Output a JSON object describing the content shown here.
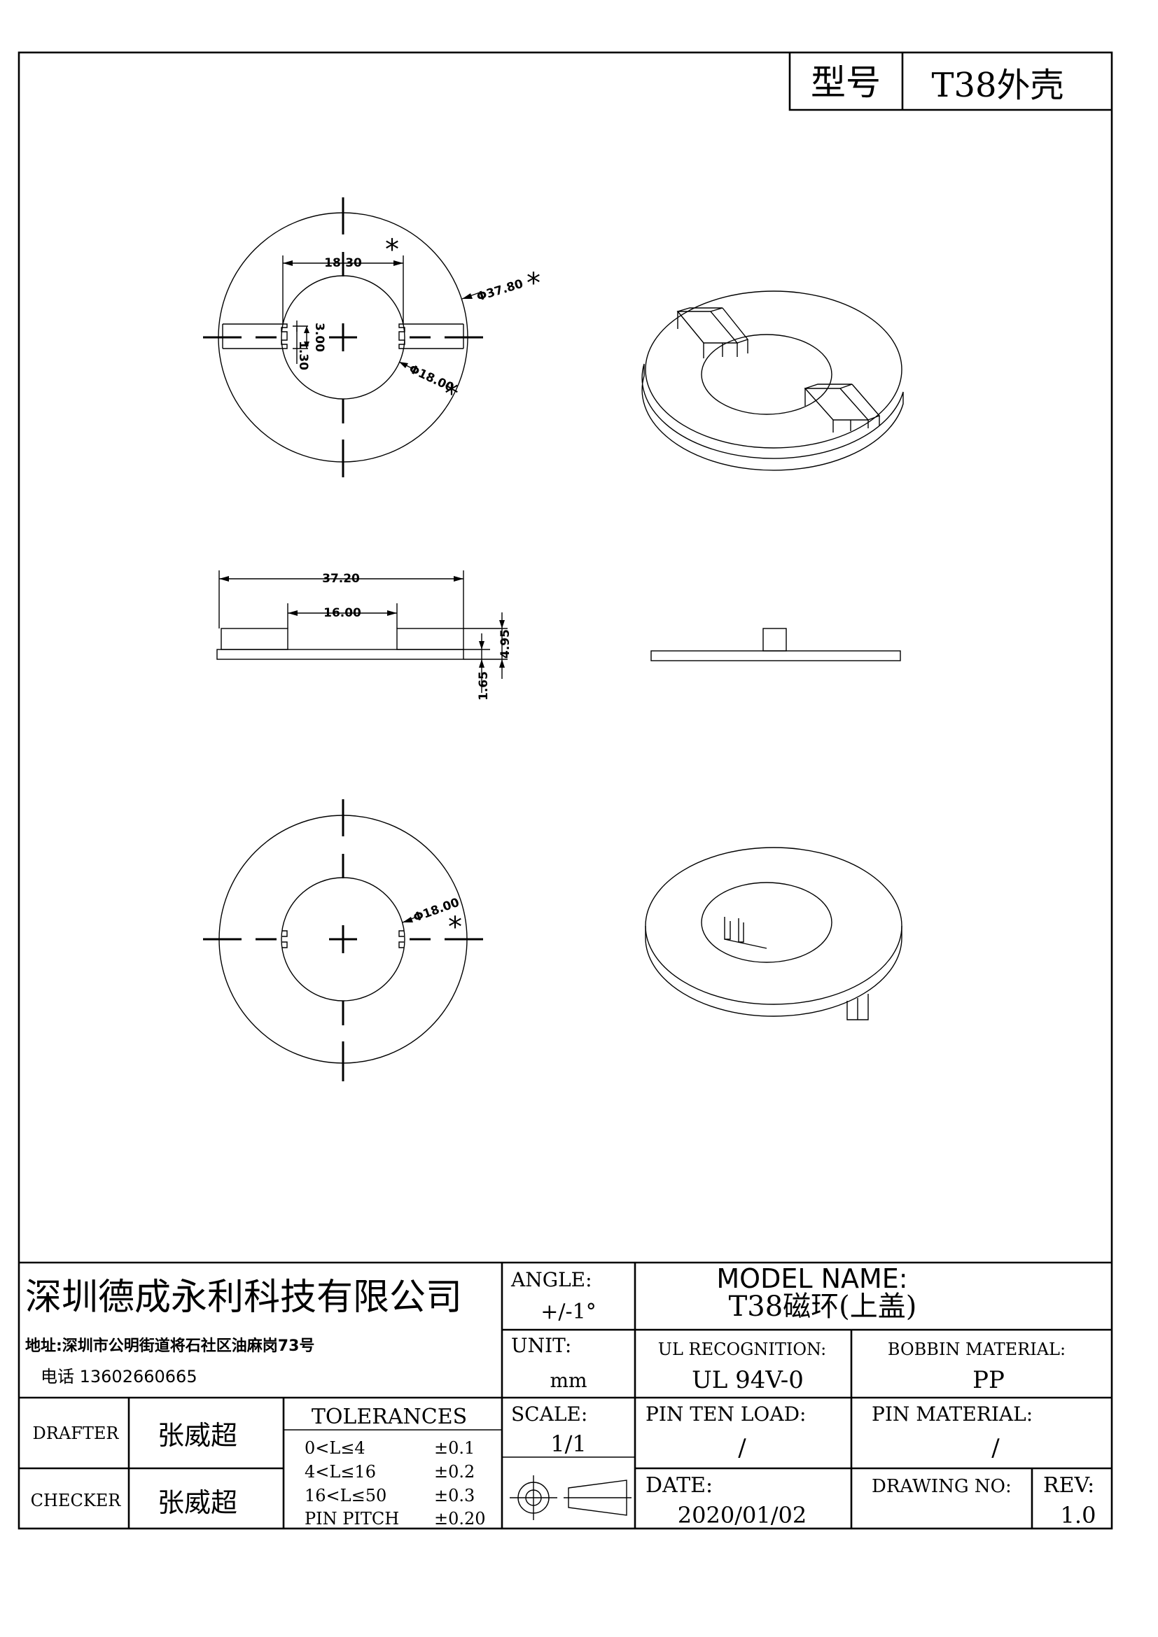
{
  "header": {
    "model_label": "型号",
    "model_value": "T38外壳"
  },
  "dimensions": {
    "top_view": {
      "inner_width": "18.30",
      "outer_diameter": "Φ37.80",
      "inner_diameter": "Φ18.00",
      "slot_width": "3.00",
      "slot_depth": "1.30"
    },
    "side_view": {
      "overall_length": "37.20",
      "inner_gap": "16.00",
      "tab_height": "4.95",
      "plate_thickness": "1.65"
    },
    "bottom_view": {
      "inner_diameter": "Φ18.00"
    },
    "critical_mark": "*"
  },
  "title_block": {
    "company": "深圳德成永利科技有限公司",
    "address": "地址:深圳市公明街道将石社区油麻岗73号",
    "phone": "电话 13602660665",
    "angle_label": "ANGLE:",
    "angle_value": "+/-1°",
    "model_name_label": "MODEL NAME:",
    "model_name_value": "T38磁环(上盖)",
    "unit_label": "UNIT:",
    "unit_value": "mm",
    "ul_label": "UL RECOGNITION:",
    "ul_value": "UL 94V-0",
    "bobbin_label": "BOBBIN MATERIAL:",
    "bobbin_value": "PP",
    "drafter_label": "DRAFTER",
    "drafter_name": "张威超",
    "checker_label": "CHECKER",
    "checker_name": "张威超",
    "tolerances_label": "TOLERANCES",
    "tolerances": [
      {
        "range": "0<L≤4",
        "value": "±0.1"
      },
      {
        "range": "4<L≤16",
        "value": "±0.2"
      },
      {
        "range": "16<L≤50",
        "value": "±0.3"
      },
      {
        "range": "PIN PITCH",
        "value": "±0.20"
      }
    ],
    "scale_label": "SCALE:",
    "scale_value": "1/1",
    "pin_ten_label": "PIN TEN LOAD:",
    "pin_ten_value": "/",
    "pin_mat_label": "PIN MATERIAL:",
    "pin_mat_value": "/",
    "date_label": "DATE:",
    "date_value": "2020/01/02",
    "drawing_no_label": "DRAWING NO:",
    "drawing_no_value": "",
    "rev_label": "REV:",
    "rev_value": "1.0"
  }
}
